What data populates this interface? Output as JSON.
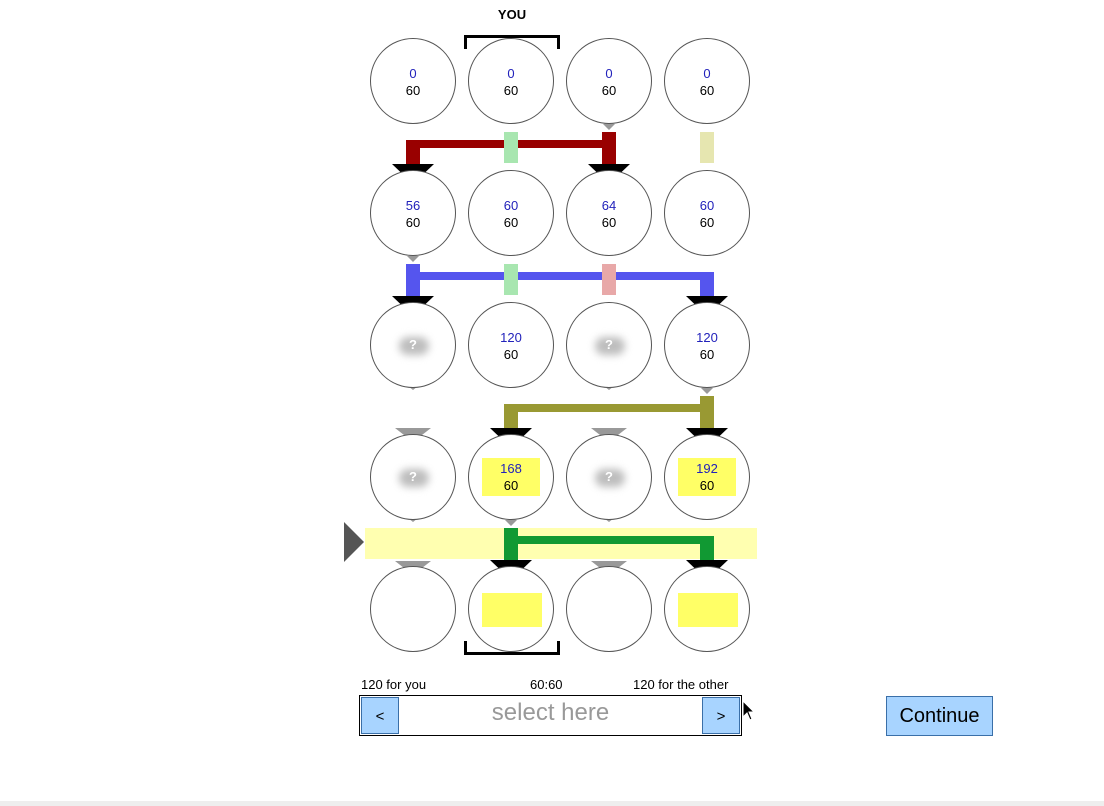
{
  "header": {
    "you_label": "YOU"
  },
  "rows": [
    {
      "nodes": [
        {
          "type": "value",
          "top": "0",
          "bottom": "60"
        },
        {
          "type": "value",
          "top": "0",
          "bottom": "60"
        },
        {
          "type": "value",
          "top": "0",
          "bottom": "60"
        },
        {
          "type": "value",
          "top": "0",
          "bottom": "60"
        }
      ]
    },
    {
      "nodes": [
        {
          "type": "value",
          "top": "56",
          "bottom": "60"
        },
        {
          "type": "value",
          "top": "60",
          "bottom": "60"
        },
        {
          "type": "value",
          "top": "64",
          "bottom": "60"
        },
        {
          "type": "value",
          "top": "60",
          "bottom": "60"
        }
      ]
    },
    {
      "nodes": [
        {
          "type": "hidden",
          "q": "?"
        },
        {
          "type": "value",
          "top": "120",
          "bottom": "60"
        },
        {
          "type": "hidden",
          "q": "?"
        },
        {
          "type": "value",
          "top": "120",
          "bottom": "60"
        }
      ]
    },
    {
      "nodes": [
        {
          "type": "hidden",
          "q": "?"
        },
        {
          "type": "highlight",
          "top": "168",
          "bottom": "60"
        },
        {
          "type": "hidden",
          "q": "?"
        },
        {
          "type": "highlight",
          "top": "192",
          "bottom": "60"
        }
      ]
    },
    {
      "nodes": [
        {
          "type": "empty"
        },
        {
          "type": "box"
        },
        {
          "type": "empty"
        },
        {
          "type": "box"
        }
      ]
    }
  ],
  "colors": {
    "conn1": "#990000",
    "conn2": "#5555ee",
    "conn3": "#999933",
    "conn4": "#119933",
    "pending_green": "#a8e6b0",
    "pending_khaki": "#e6e6b0",
    "pending_pink": "#e8a8a8",
    "highlight": "#ffff66",
    "button_bg": "#a8d4ff"
  },
  "selector": {
    "left_label": "120 for you",
    "mid_label": "60:60",
    "right_label": "120 for the other",
    "prev_label": "<",
    "next_label": ">",
    "placeholder": "select here"
  },
  "continue_label": "Continue"
}
